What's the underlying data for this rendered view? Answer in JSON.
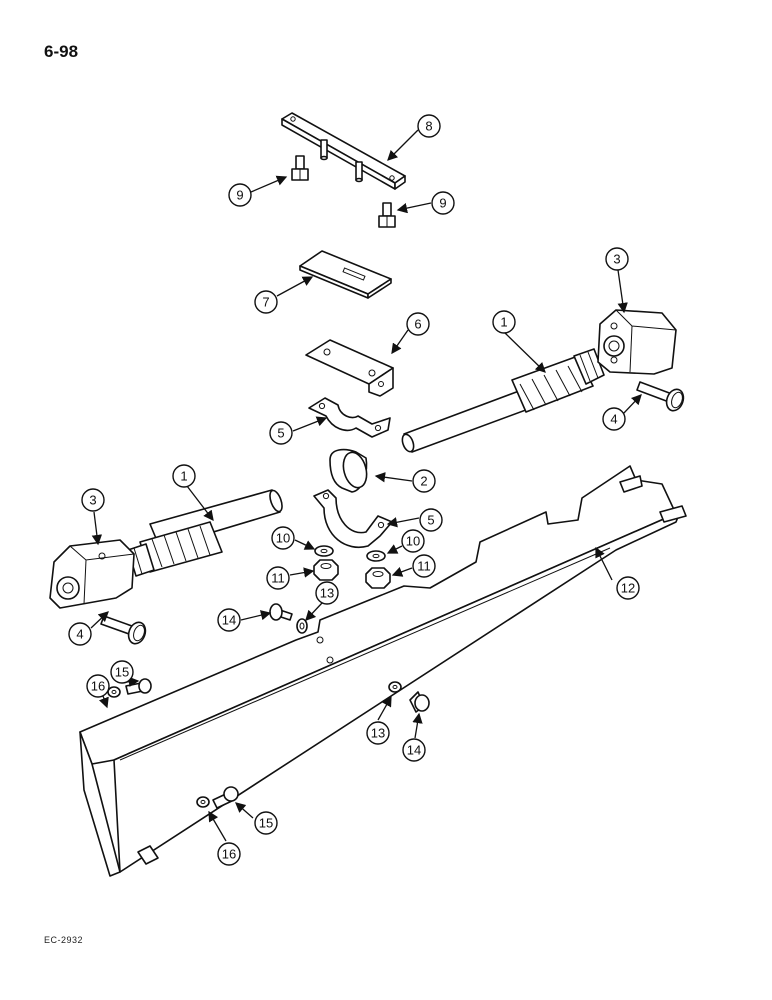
{
  "page": {
    "page_number": "6-98",
    "figure_code": "EC-2932"
  },
  "callouts": [
    {
      "id": "c8",
      "label": "8"
    },
    {
      "id": "c9a",
      "label": "9"
    },
    {
      "id": "c9b",
      "label": "9"
    },
    {
      "id": "c7",
      "label": "7"
    },
    {
      "id": "c6",
      "label": "6"
    },
    {
      "id": "c1a",
      "label": "1"
    },
    {
      "id": "c3a",
      "label": "3"
    },
    {
      "id": "c4a",
      "label": "4"
    },
    {
      "id": "c5a",
      "label": "5"
    },
    {
      "id": "c2",
      "label": "2"
    },
    {
      "id": "c5b",
      "label": "5"
    },
    {
      "id": "c1b",
      "label": "1"
    },
    {
      "id": "c3b",
      "label": "3"
    },
    {
      "id": "c10a",
      "label": "10"
    },
    {
      "id": "c10b",
      "label": "10"
    },
    {
      "id": "c11a",
      "label": "11"
    },
    {
      "id": "c11b",
      "label": "11"
    },
    {
      "id": "c12",
      "label": "12"
    },
    {
      "id": "c13a",
      "label": "13"
    },
    {
      "id": "c14a",
      "label": "14"
    },
    {
      "id": "c4b",
      "label": "4"
    },
    {
      "id": "c15a",
      "label": "15"
    },
    {
      "id": "c16a",
      "label": "16"
    },
    {
      "id": "c13b",
      "label": "13"
    },
    {
      "id": "c14b",
      "label": "14"
    },
    {
      "id": "c15b",
      "label": "15"
    },
    {
      "id": "c16b",
      "label": "16"
    }
  ]
}
